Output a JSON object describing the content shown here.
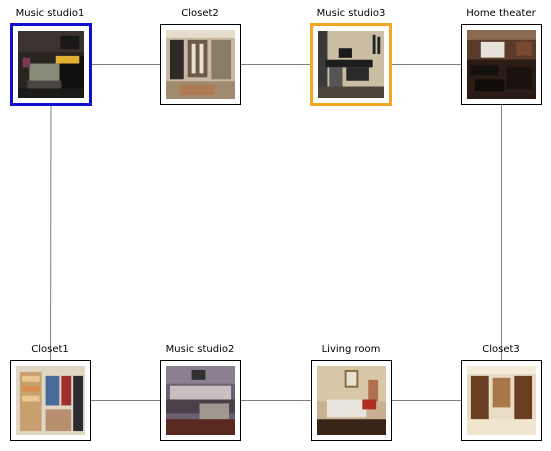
{
  "nodes": [
    {
      "id": "music-studio1",
      "label": "Music studio1",
      "highlight": "blue"
    },
    {
      "id": "closet2",
      "label": "Closet2",
      "highlight": "none"
    },
    {
      "id": "music-studio3",
      "label": "Music studio3",
      "highlight": "orange"
    },
    {
      "id": "home-theater",
      "label": "Home theater",
      "highlight": "none"
    },
    {
      "id": "closet1",
      "label": "Closet1",
      "highlight": "none"
    },
    {
      "id": "music-studio2",
      "label": "Music studio2",
      "highlight": "none"
    },
    {
      "id": "living-room",
      "label": "Living room",
      "highlight": "none"
    },
    {
      "id": "closet3",
      "label": "Closet3",
      "highlight": "none"
    }
  ],
  "edges": [
    [
      "music-studio1",
      "closet2"
    ],
    [
      "closet2",
      "music-studio3"
    ],
    [
      "music-studio3",
      "home-theater"
    ],
    [
      "music-studio1",
      "closet1"
    ],
    [
      "home-theater",
      "closet3"
    ],
    [
      "closet1",
      "music-studio2"
    ],
    [
      "music-studio2",
      "living-room"
    ],
    [
      "living-room",
      "closet3"
    ]
  ],
  "colors": {
    "blue": "#1010d0",
    "orange": "#f5a623",
    "default_border": "#000000",
    "edge": "#808080"
  }
}
